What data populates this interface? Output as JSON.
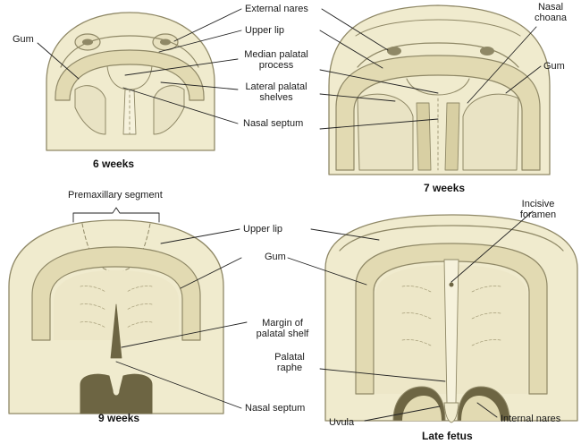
{
  "colors": {
    "tissue": "#f0ebce",
    "tissue_light": "#f6f2dc",
    "gum": "#e2dab2",
    "outline": "#8f8866",
    "dark": "#6d6543",
    "line": "#222222"
  },
  "panels": {
    "six_weeks": {
      "caption": "6 weeks",
      "labels": {
        "external_nares": "External nares",
        "upper_lip": "Upper lip",
        "median_palatal_line1": "Median palatal",
        "median_palatal_line2": "process",
        "lateral_palatal_line1": "Lateral palatal",
        "lateral_palatal_line2": "shelves",
        "nasal_septum": "Nasal septum",
        "gum": "Gum"
      }
    },
    "seven_weeks": {
      "caption": "7 weeks",
      "labels": {
        "nasal_choana_line1": "Nasal",
        "nasal_choana_line2": "choana",
        "gum": "Gum"
      }
    },
    "nine_weeks": {
      "caption": "9 weeks",
      "labels": {
        "premaxillary_segment": "Premaxillary segment",
        "upper_lip": "Upper lip",
        "gum": "Gum",
        "margin_line1": "Margin of",
        "margin_line2": "palatal shelf",
        "nasal_septum": "Nasal septum"
      }
    },
    "late_fetus": {
      "caption": "Late fetus",
      "labels": {
        "incisive_line1": "Incisive",
        "incisive_line2": "foramen",
        "palatal_raphe_line1": "Palatal",
        "palatal_raphe_line2": "raphe",
        "uvula": "Uvula",
        "internal_nares": "Internal nares"
      }
    }
  }
}
